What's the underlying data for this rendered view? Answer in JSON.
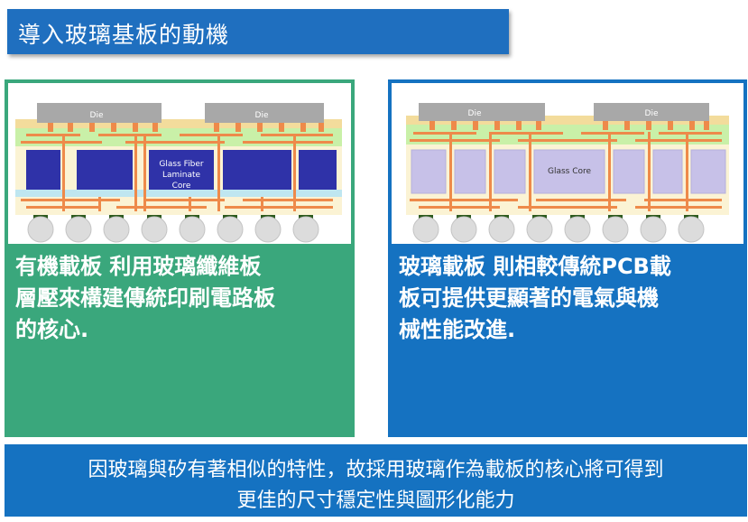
{
  "title": "導入玻璃基板的動機",
  "left_panel": {
    "die_left": "Die",
    "die_right": "Die",
    "core_label_lines": [
      "Glass Fiber",
      "Laminate",
      "Core"
    ],
    "text_lines": [
      "有機載板 利用玻璃纖維板",
      "層壓來構建傳統印刷電路板",
      "的核心."
    ]
  },
  "right_panel": {
    "die_left": "Die",
    "die_right": "Die",
    "core_label": "Glass Core",
    "text_lines": [
      "玻璃載板 則相較傳統PCB載",
      "板可提供更顯著的電氣與機",
      "械性能改進."
    ]
  },
  "footer": {
    "line1": "因玻璃與矽有著相似的特性，故採用玻璃作為載板的核心將可得到",
    "line2": "更佳的尺寸穩定性與圖形化能力"
  },
  "colors": {
    "title_bg": "#1f6fbf",
    "left_panel_bg": "#3aa77c",
    "right_panel_bg": "#1572c1",
    "organic_core": "#2f32a8",
    "glass_core": "#c7c1e8",
    "copper": "#ee8a4a",
    "die": "#a8a8a8",
    "bump_ball": "#dcdcdc"
  }
}
